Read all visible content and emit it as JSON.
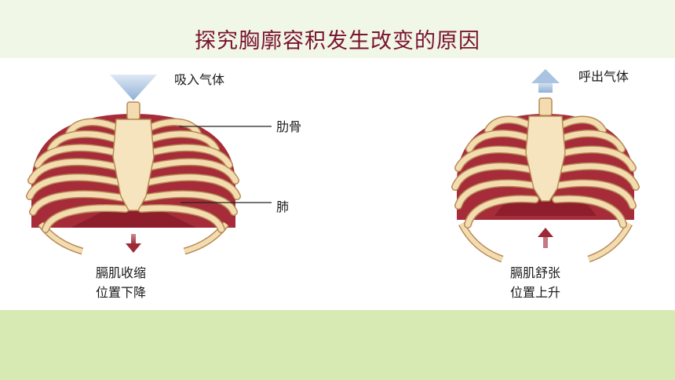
{
  "title": "探究胸廓容积发生改变的原因",
  "left_figure": {
    "breath_label": "吸入气体",
    "rib_label": "肋骨",
    "lung_label": "肺",
    "diaphragm_line1": "膈肌收缩",
    "diaphragm_line2": "位置下降"
  },
  "right_figure": {
    "breath_label": "呼出气体",
    "diaphragm_line1": "膈肌舒张",
    "diaphragm_line2": "位置上升"
  },
  "colors": {
    "title": "#7a1230",
    "top_band": "#f0f7e6",
    "bottom_band": "#d7eab3",
    "rib_bone": "#f3ddb0",
    "rib_outline": "#b88a55",
    "lung_tissue": "#a62c3a",
    "diaphragm": "#8e1e2c",
    "air_arrow": "#b8cfe6",
    "muscle_arrow": "#a83a48"
  },
  "icons": [
    "down-arrow-icon",
    "up-arrow-icon"
  ]
}
